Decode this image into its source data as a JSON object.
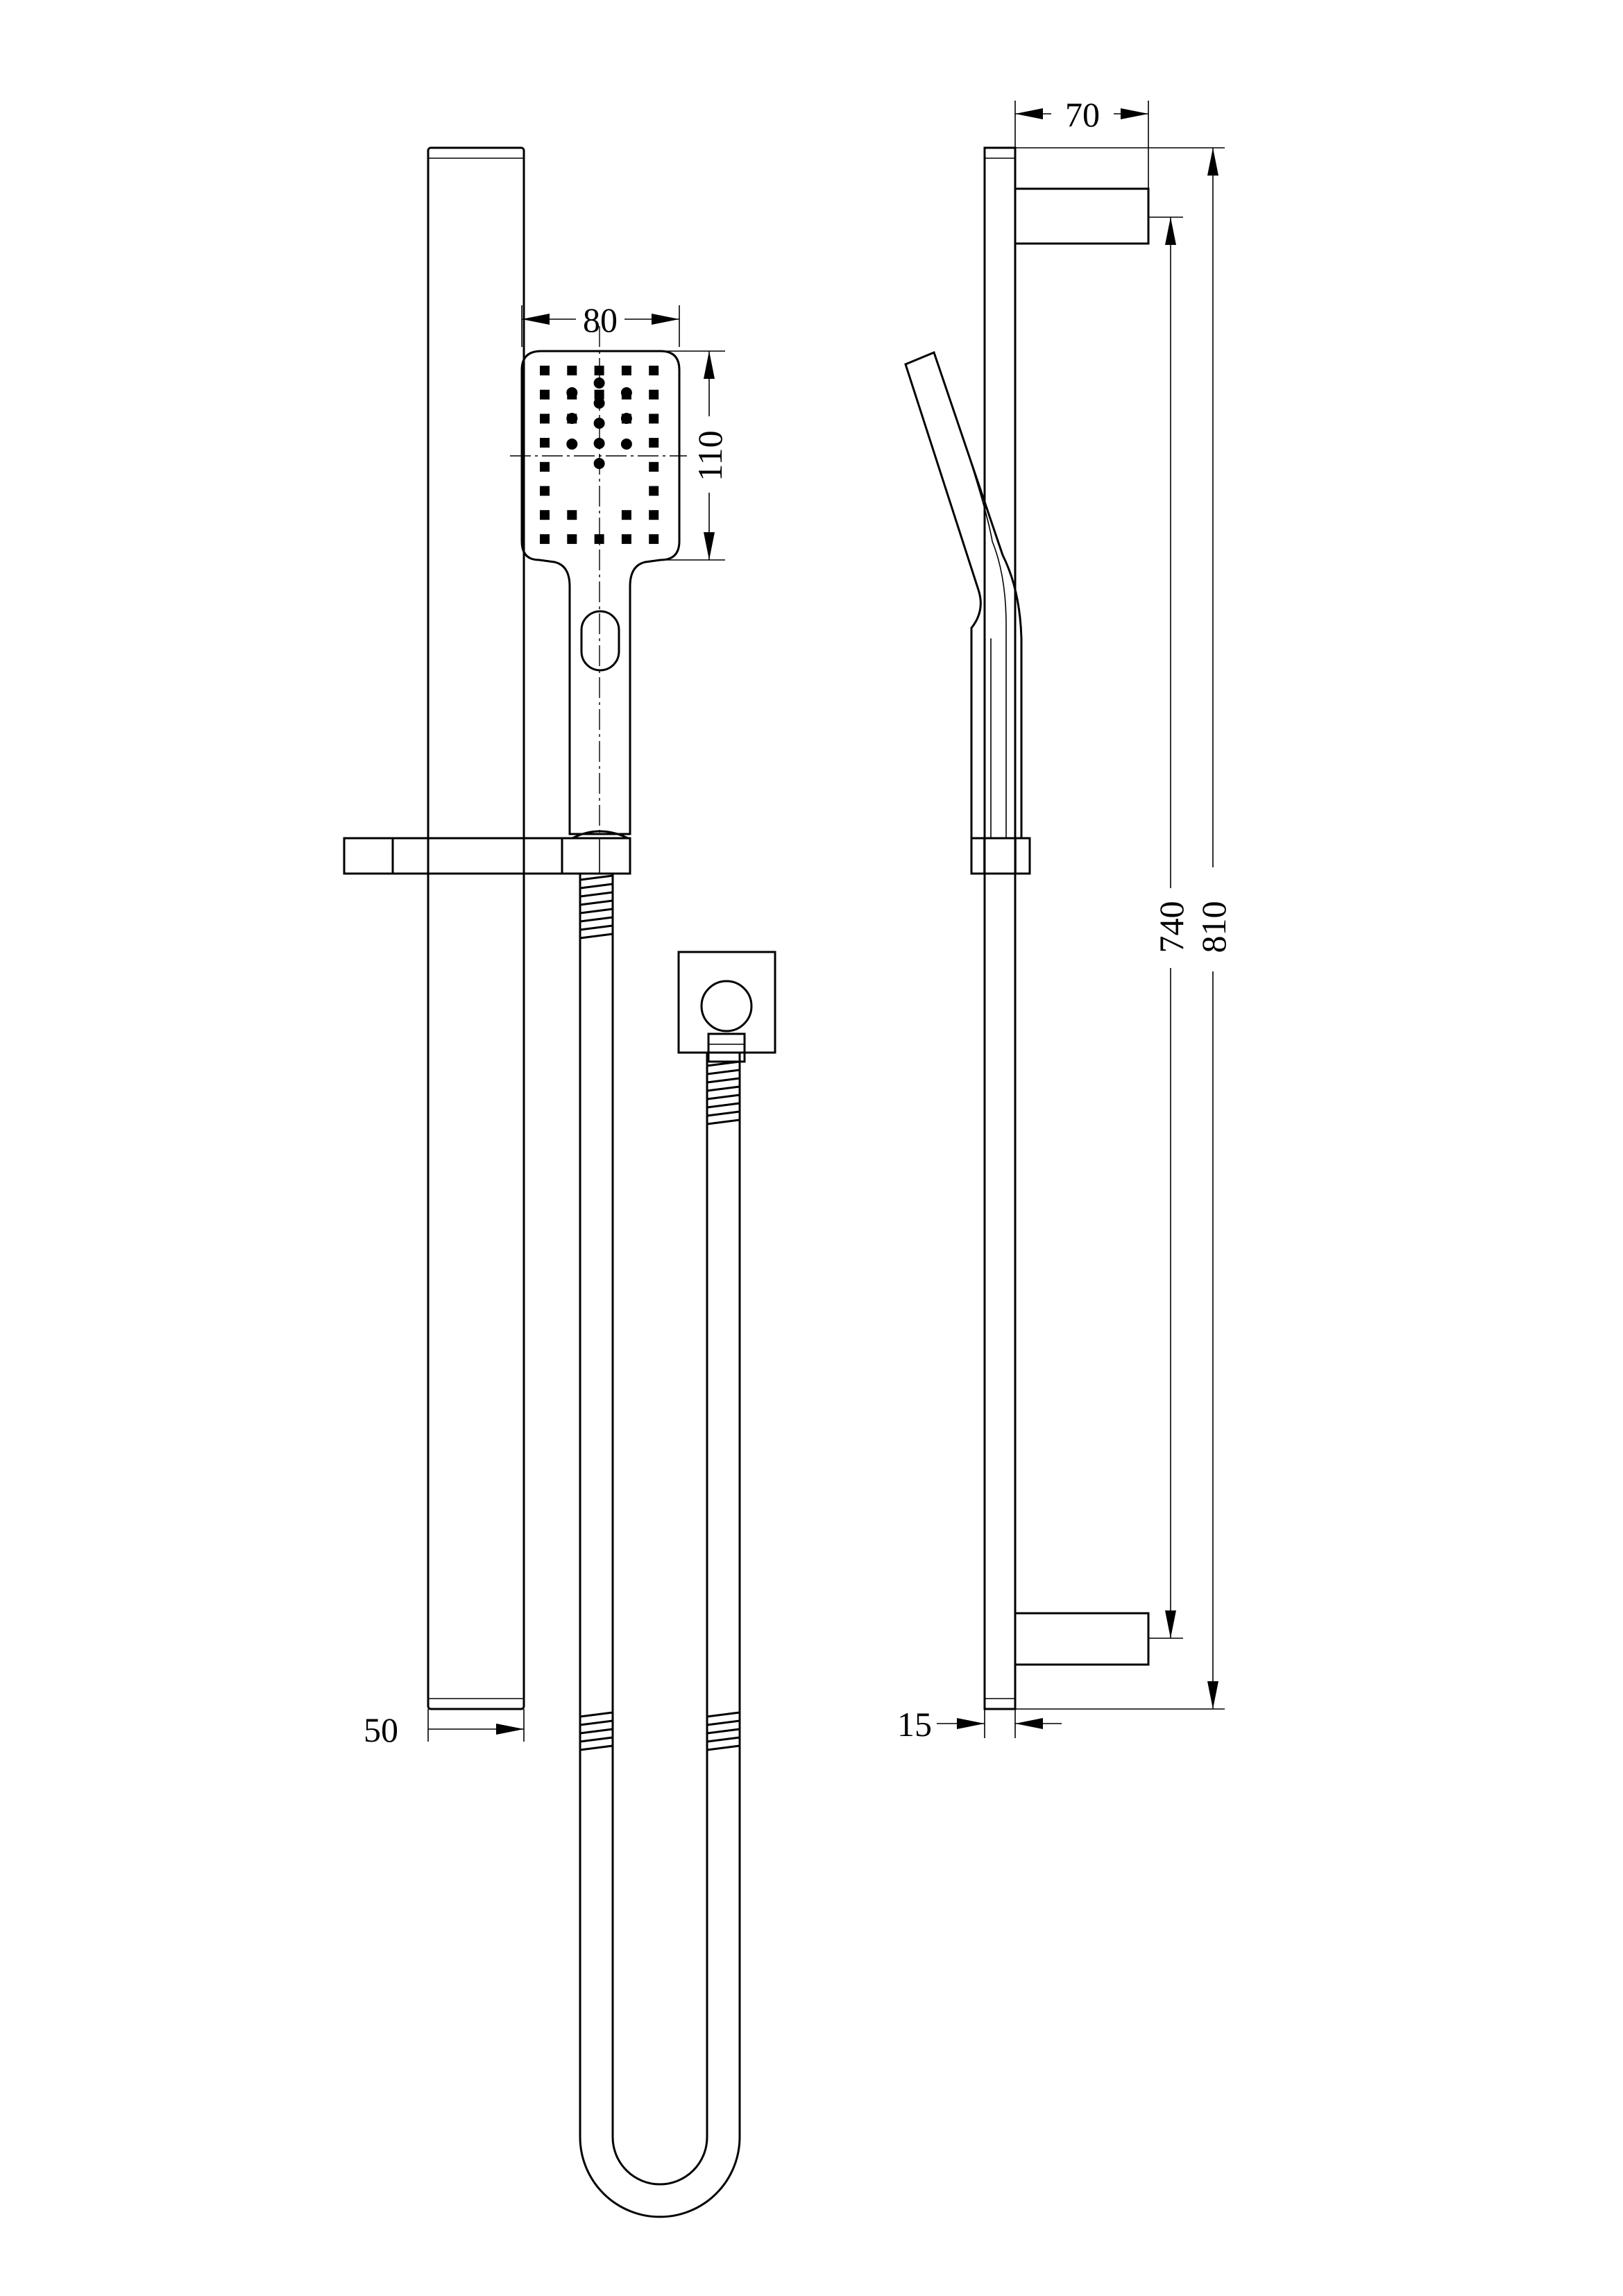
{
  "title": "Shower rail set technical drawing",
  "dimensions": {
    "head_width": "80",
    "head_height": "110",
    "rail_width": "50",
    "bracket_depth": "70",
    "rail_thickness": "15",
    "bracket_centres": "740",
    "overall_length": "810"
  },
  "colors": {
    "line": "#000000",
    "background": "#ffffff"
  }
}
